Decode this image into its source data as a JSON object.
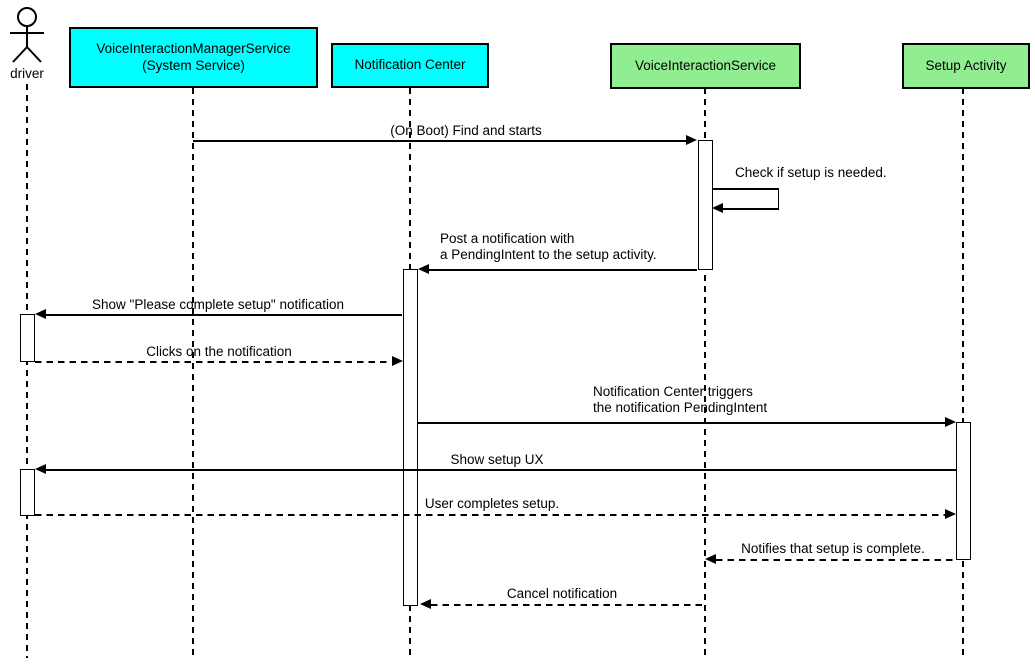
{
  "participants": [
    {
      "id": "driver",
      "kind": "actor",
      "label": "driver"
    },
    {
      "id": "voice-interaction-manager-service",
      "kind": "box",
      "lines": [
        "VoiceInteractionManagerService",
        "(System Service)"
      ],
      "fill": "#00FFFF"
    },
    {
      "id": "notification-center",
      "kind": "box",
      "lines": [
        "Notification Center"
      ],
      "fill": "#00FFFF"
    },
    {
      "id": "voice-interaction-service",
      "kind": "box",
      "lines": [
        "VoiceInteractionService"
      ],
      "fill": "#90EE90"
    },
    {
      "id": "setup-activity",
      "kind": "box",
      "lines": [
        "Setup Activity"
      ],
      "fill": "#90EE90"
    }
  ],
  "messages": [
    {
      "from": "voice-interaction-manager-service",
      "to": "voice-interaction-service",
      "line_style": "solid",
      "lines": [
        "(On Boot) Find and starts"
      ]
    },
    {
      "from": "voice-interaction-service",
      "to": "voice-interaction-service",
      "line_style": "solid",
      "self_message": true,
      "lines": [
        "Check if setup is needed."
      ]
    },
    {
      "from": "voice-interaction-service",
      "to": "notification-center",
      "line_style": "solid",
      "lines": [
        "Post a notification with",
        "a PendingIntent to the setup activity."
      ]
    },
    {
      "from": "notification-center",
      "to": "driver",
      "line_style": "solid",
      "lines": [
        "Show \"Please complete setup\" notification"
      ]
    },
    {
      "from": "driver",
      "to": "notification-center",
      "line_style": "dashed",
      "lines": [
        "Clicks on the notification"
      ]
    },
    {
      "from": "notification-center",
      "to": "setup-activity",
      "line_style": "solid",
      "lines": [
        "Notification Center triggers",
        "the notification PendingIntent"
      ]
    },
    {
      "from": "setup-activity",
      "to": "driver",
      "line_style": "solid",
      "lines": [
        "Show setup UX"
      ]
    },
    {
      "from": "driver",
      "to": "setup-activity",
      "line_style": "dashed",
      "lines": [
        "User completes setup."
      ]
    },
    {
      "from": "setup-activity",
      "to": "voice-interaction-service",
      "line_style": "dashed",
      "lines": [
        "Notifies that setup is complete."
      ]
    },
    {
      "from": "voice-interaction-service",
      "to": "notification-center",
      "line_style": "dashed",
      "lines": [
        "Cancel notification"
      ]
    }
  ],
  "colors": {
    "participant_cyan": "#00FFFF",
    "participant_green": "#90EE90",
    "line": "#000000",
    "background": "#FFFFFF"
  }
}
